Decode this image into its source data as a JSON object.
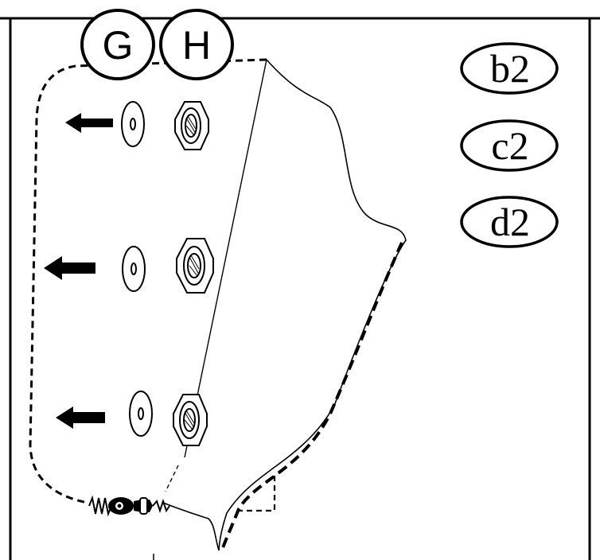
{
  "diagram": {
    "top_labels": [
      "G",
      "H"
    ],
    "side_labels": [
      "b2",
      "c2",
      "d2"
    ]
  }
}
